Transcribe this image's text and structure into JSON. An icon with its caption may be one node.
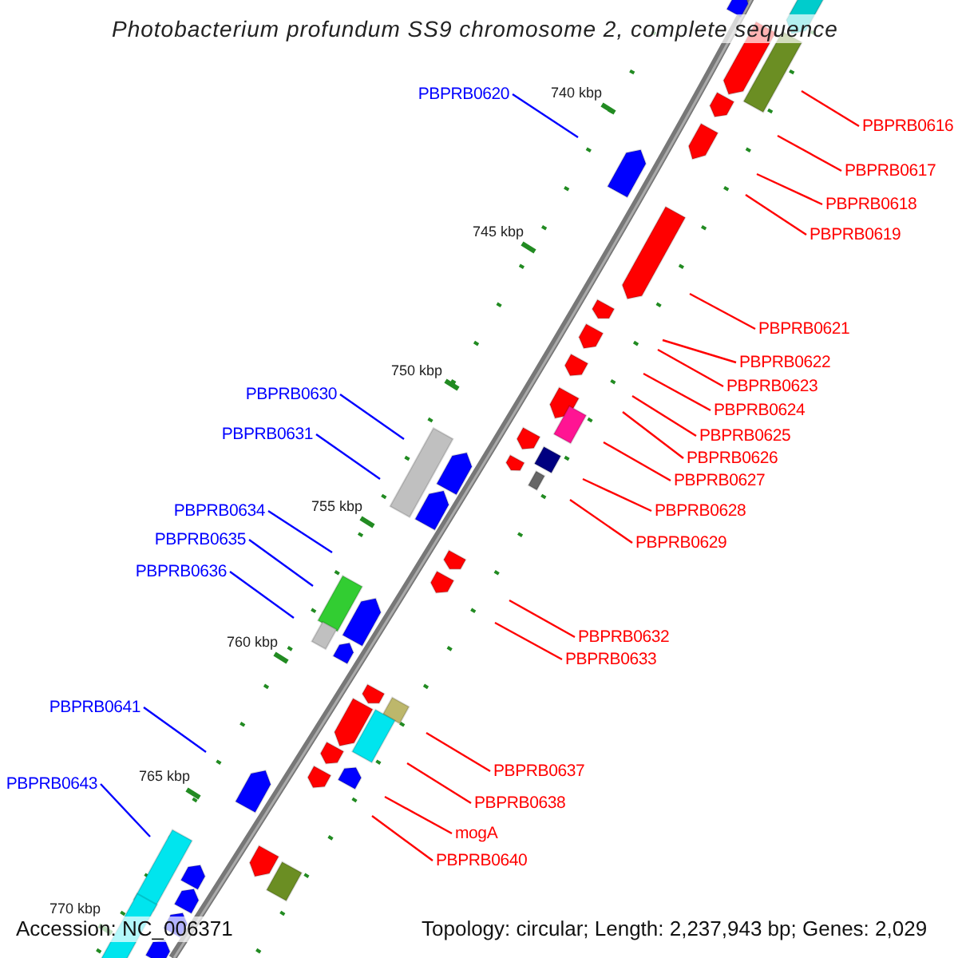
{
  "diagram": {
    "title": "Photobacterium profundum SS9 chromosome 2, complete sequence",
    "nodes": [
      {
        "text": [
          "PBPRB0620"
        ]
      },
      {
        "text": [
          "PBPRB0616"
        ]
      },
      {
        "text": [
          "PBPRB0617"
        ]
      },
      {
        "text": [
          "PBPRB0618"
        ]
      },
      {
        "text": [
          "PBPRB0619"
        ]
      },
      {
        "text": [
          "PBPRB0621"
        ]
      },
      {
        "text": [
          "PBPRB0622"
        ]
      },
      {
        "text": [
          "PBPRB0623"
        ]
      },
      {
        "text": [
          "PBPRB0630"
        ]
      },
      {
        "text": [
          "PBPRB0624"
        ]
      },
      {
        "text": [
          "PBPRB0625"
        ]
      },
      {
        "text": [
          "PBPRB0631"
        ]
      },
      {
        "text": [
          "PBPRB0626"
        ]
      },
      {
        "text": [
          "PBPRB0627"
        ]
      },
      {
        "text": [
          "PBPRB0628"
        ]
      },
      {
        "text": [
          "PBPRB0634"
        ]
      },
      {
        "text": [
          "PBPRB0629"
        ]
      },
      {
        "text": [
          "PBPRB0635"
        ]
      },
      {
        "text": [
          "PBPRB0636"
        ]
      },
      {
        "text": [
          "PBPRB0632"
        ]
      },
      {
        "text": [
          "PBPRB0633"
        ]
      },
      {
        "text": [
          "PBPRB0641"
        ]
      },
      {
        "text": [
          "PBPRB0637"
        ]
      },
      {
        "text": [
          "PBPRB0643"
        ]
      },
      {
        "text": [
          "PBPRB0638"
        ]
      },
      {
        "text": [
          "mogA"
        ]
      },
      {
        "text": [
          "PBPRB0640"
        ]
      }
    ],
    "edges": [
      {
        "from": 0,
        "to": null,
        "arrow": "none",
        "color": "#0000ff"
      },
      {
        "from": 1,
        "to": null,
        "arrow": "none"
      },
      {
        "from": 2,
        "to": null,
        "arrow": "none"
      },
      {
        "from": 3,
        "to": null,
        "arrow": "none"
      },
      {
        "from": 4,
        "to": null,
        "arrow": "none"
      },
      {
        "from": 5,
        "to": null,
        "arrow": "none"
      },
      {
        "from": 6,
        "to": null,
        "arrow": "none"
      },
      {
        "from": 7,
        "to": null,
        "arrow": "none"
      },
      {
        "from": 8,
        "to": null,
        "arrow": "none",
        "color": "#0000ff"
      },
      {
        "from": 9,
        "to": null,
        "arrow": "none"
      },
      {
        "from": 10,
        "to": null,
        "arrow": "none"
      },
      {
        "from": 11,
        "to": null,
        "arrow": "none",
        "color": "#0000ff"
      },
      {
        "from": 12,
        "to": null,
        "arrow": "none"
      },
      {
        "from": 13,
        "to": null,
        "arrow": "none"
      },
      {
        "from": 14,
        "to": null,
        "arrow": "none"
      },
      {
        "from": 15,
        "to": null,
        "arrow": "none",
        "color": "#0000ff"
      },
      {
        "from": 16,
        "to": null,
        "arrow": "none"
      },
      {
        "from": 17,
        "to": null,
        "arrow": "none",
        "color": "#0000ff"
      },
      {
        "from": 18,
        "to": null,
        "arrow": "none",
        "color": "#0000ff"
      },
      {
        "from": 19,
        "to": null,
        "arrow": "none"
      },
      {
        "from": 20,
        "to": null,
        "arrow": "none"
      },
      {
        "from": 21,
        "to": null,
        "arrow": "none",
        "color": "#0000ff"
      },
      {
        "from": 22,
        "to": null,
        "arrow": "none"
      },
      {
        "from": 23,
        "to": null,
        "arrow": "none",
        "color": "#0000ff"
      },
      {
        "from": 24,
        "to": null,
        "arrow": "none"
      },
      {
        "from": 25,
        "to": null,
        "arrow": "none"
      },
      {
        "from": 26,
        "to": null,
        "arrow": "none"
      }
    ],
    "labels": [
      "740 kbp",
      "745 kbp",
      "750 kbp",
      "755 kbp",
      "760 kbp",
      "765 kbp",
      "770 kbp",
      "Accession: NC_006371",
      "Topology: circular; Length: 2,237,943 bp; Genes: 2,029"
    ]
  }
}
